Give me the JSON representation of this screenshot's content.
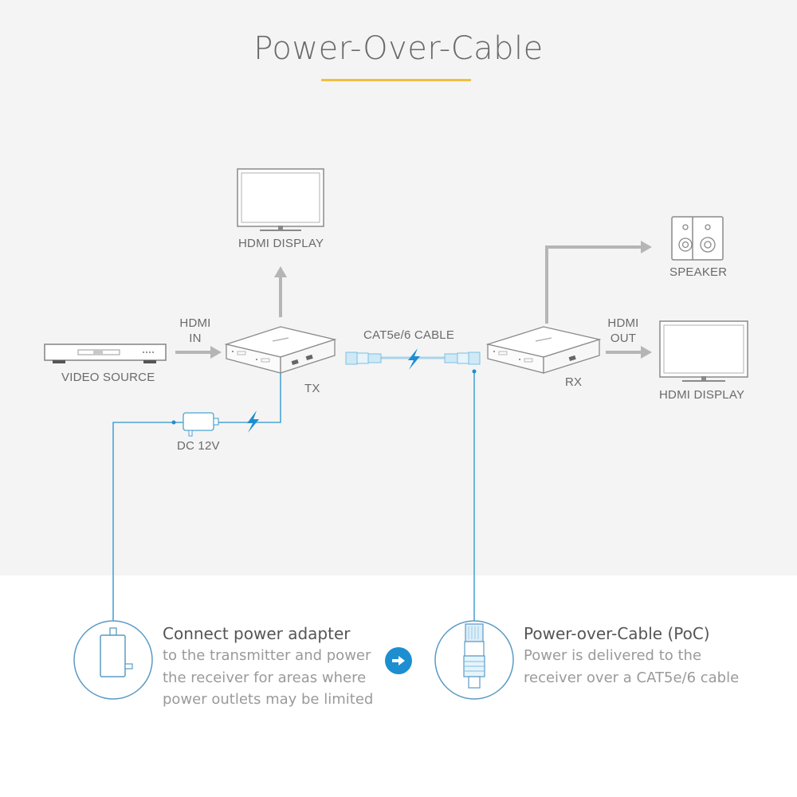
{
  "title": "Power-Over-Cable",
  "colors": {
    "accent_underline": "#f0c040",
    "blue": "#1d8fd0",
    "line_blue": "#4aa3d6",
    "gray_arrow": "#b5b5b5",
    "panel_bg": "#f4f4f4"
  },
  "diagram": {
    "devices": {
      "video_source": "VIDEO SOURCE",
      "tx": "TX",
      "rx": "RX",
      "hdmi_display_top": "HDMI DISPLAY",
      "hdmi_display_right": "HDMI DISPLAY",
      "speaker": "SPEAKER",
      "power_adapter": "DC 12V"
    },
    "connections": {
      "hdmi_in_line1": "HDMI",
      "hdmi_in_line2": "IN",
      "hdmi_out_line1": "HDMI",
      "hdmi_out_line2": "OUT",
      "cable": "CAT5e/6 CABLE"
    },
    "icons": [
      "bolt-icon",
      "rj45-connector-icon",
      "tv-icon",
      "speaker-icon",
      "media-player-icon",
      "extender-box-icon",
      "power-adapter-icon"
    ]
  },
  "features": [
    {
      "title": "Connect power adapter",
      "lines": [
        "to the transmitter and power",
        "the receiver for areas where",
        "power outlets may be limited"
      ],
      "icon": "power-adapter-icon"
    },
    {
      "title": "Power-over-Cable (PoC)",
      "lines": [
        "Power is delivered to the",
        "receiver over a CAT5e/6 cable"
      ],
      "icon": "rj45-plug-icon"
    }
  ],
  "next_icon": "arrow-right-circle-icon"
}
